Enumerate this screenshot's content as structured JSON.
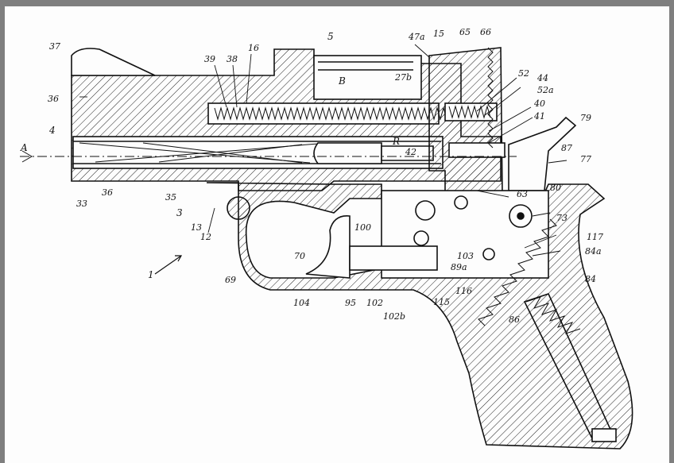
{
  "figure": {
    "labels": [
      {
        "id": "l37",
        "text": "37"
      },
      {
        "id": "l39",
        "text": "39"
      },
      {
        "id": "l38",
        "text": "38"
      },
      {
        "id": "l16",
        "text": "16"
      },
      {
        "id": "l5",
        "text": "5"
      },
      {
        "id": "l47a",
        "text": "47a"
      },
      {
        "id": "l15",
        "text": "15"
      },
      {
        "id": "l65",
        "text": "65"
      },
      {
        "id": "l66",
        "text": "66"
      },
      {
        "id": "l36a",
        "text": "36"
      },
      {
        "id": "lB",
        "text": "B"
      },
      {
        "id": "l27b",
        "text": "27b"
      },
      {
        "id": "l52",
        "text": "52"
      },
      {
        "id": "l44",
        "text": "44"
      },
      {
        "id": "l52a",
        "text": "52a"
      },
      {
        "id": "l40",
        "text": "40"
      },
      {
        "id": "l41",
        "text": "41"
      },
      {
        "id": "l79",
        "text": "79"
      },
      {
        "id": "l4",
        "text": "4"
      },
      {
        "id": "lR",
        "text": "R"
      },
      {
        "id": "l42",
        "text": "42"
      },
      {
        "id": "lA",
        "text": "A"
      },
      {
        "id": "l87",
        "text": "87"
      },
      {
        "id": "l77",
        "text": "77"
      },
      {
        "id": "l33",
        "text": "33"
      },
      {
        "id": "l36b",
        "text": "36"
      },
      {
        "id": "l35",
        "text": "35"
      },
      {
        "id": "l3",
        "text": "3"
      },
      {
        "id": "l63",
        "text": "63"
      },
      {
        "id": "l80",
        "text": "80"
      },
      {
        "id": "l73",
        "text": "73"
      },
      {
        "id": "l13",
        "text": "13"
      },
      {
        "id": "l12",
        "text": "12"
      },
      {
        "id": "l100",
        "text": "100"
      },
      {
        "id": "l117",
        "text": "117"
      },
      {
        "id": "l84a",
        "text": "84a"
      },
      {
        "id": "l70",
        "text": "70"
      },
      {
        "id": "l103",
        "text": "103"
      },
      {
        "id": "l1",
        "text": "1"
      },
      {
        "id": "l89a",
        "text": "89a"
      },
      {
        "id": "l84",
        "text": "84"
      },
      {
        "id": "l69",
        "text": "69"
      },
      {
        "id": "l116",
        "text": "116"
      },
      {
        "id": "l104",
        "text": "104"
      },
      {
        "id": "l95",
        "text": "95"
      },
      {
        "id": "l102",
        "text": "102"
      },
      {
        "id": "l102b",
        "text": "102b"
      },
      {
        "id": "l115",
        "text": "115"
      },
      {
        "id": "l86",
        "text": "86"
      }
    ]
  }
}
